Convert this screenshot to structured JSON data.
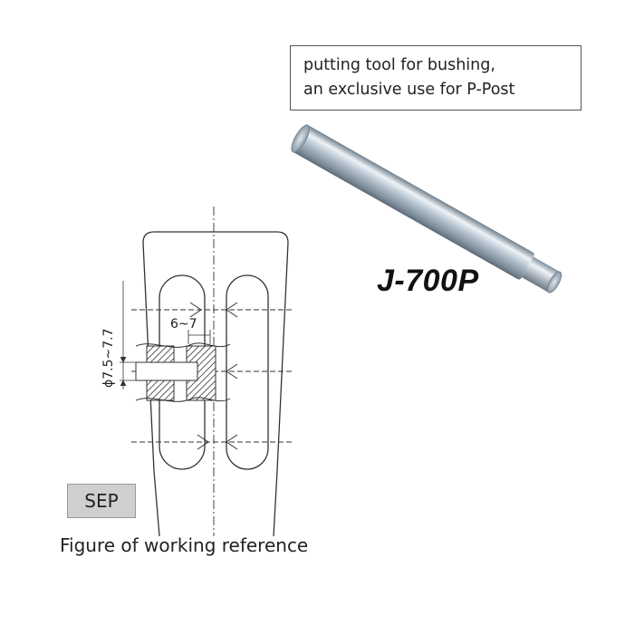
{
  "description": {
    "line1": "putting tool for bushing,",
    "line2": "an exclusive use for P-Post"
  },
  "model": "J-700P",
  "badge": "SEP",
  "caption": "Figure of working reference",
  "dimensions": {
    "diameter": "ϕ7.5~7.7",
    "width": "6~7"
  },
  "colors": {
    "rod_light": "#e8eef3",
    "rod_mid": "#9fb0bf",
    "rod_dark": "#5c6c7a",
    "line": "#333333"
  }
}
